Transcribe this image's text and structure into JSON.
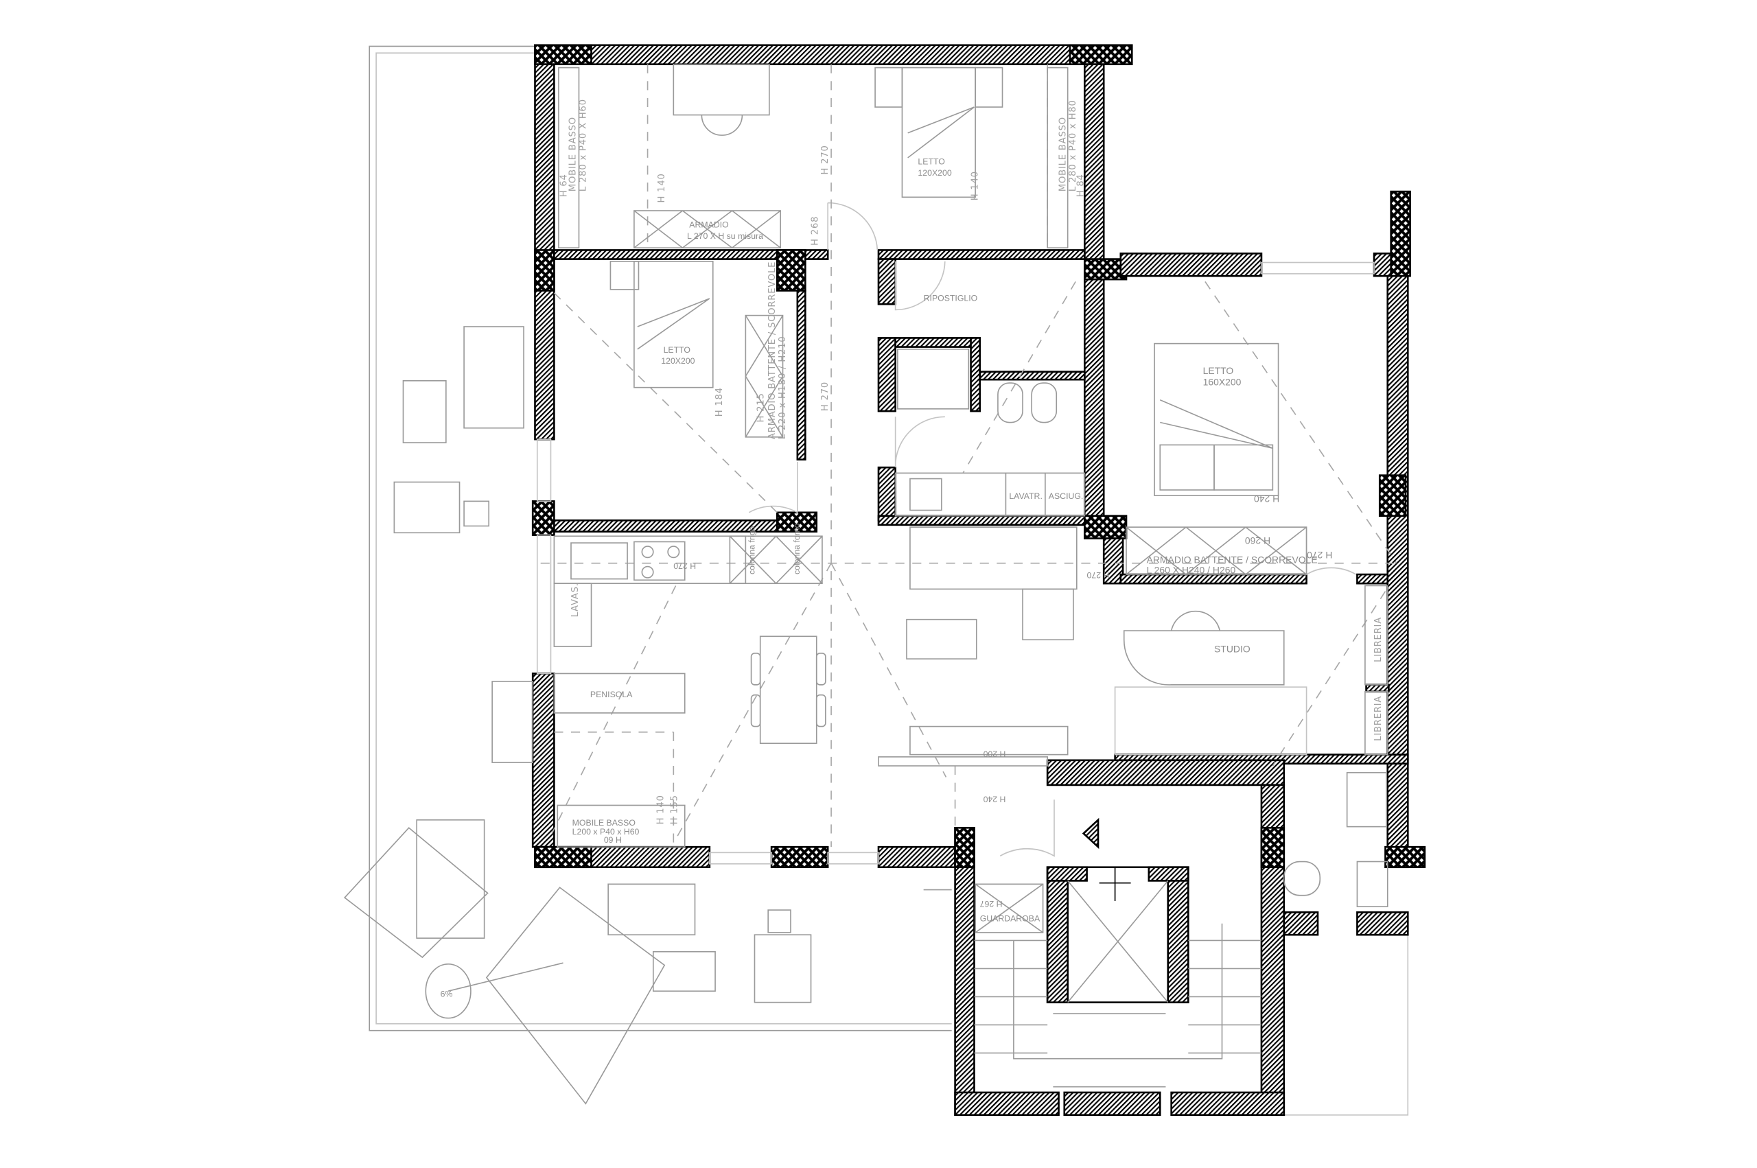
{
  "rooms": {
    "bedroom_top_left": {
      "mobile_basso": "MOBILE BASSO",
      "mobile_dims": "L 280 x P40 X H60",
      "h_mobile": "H 64",
      "h_140": "H 140",
      "armadio": "ARMADIO",
      "armadio_dims": "L 270 X H su misura",
      "h_268": "H 268",
      "h_270": "H 270"
    },
    "bedroom_top_right": {
      "letto": "LETTO",
      "letto_dims": "120X200",
      "h_140": "H 140",
      "mobile_basso": "MOBILE BASSO",
      "mobile_dims": "L 280 x P40 x H80",
      "h_mobile": "H 84"
    },
    "bedroom_two": {
      "letto": "LETTO",
      "letto_dims": "120X200",
      "armadio": "ARMADIO BATTENTE / SCORREVOLE",
      "armadio_dims": "L 220 x H180 / H210",
      "h_215": "H 215",
      "h_184": "H 184",
      "h_270": "H 270"
    },
    "utility": {
      "ripostiglio": "RIPOSTIGLIO",
      "lavatrice": "LAVATR.",
      "asciugatrice": "ASCIUG."
    },
    "master_bedroom": {
      "letto": "LETTO",
      "letto_dims": "160X200",
      "h_240": "H 240",
      "armadio": "ARMADIO BATTENTE / SCORREVOLE",
      "armadio_dims": "L 260 X H240 / H260",
      "h_260": "H 260",
      "h_270": "H 270"
    },
    "kitchen": {
      "lavastoviglie": "LAVAS.",
      "colonna_frigo": "colonna frigo",
      "colonna_forno": "colonna forno",
      "h_270": "H 270",
      "penisola": "PENISOLA",
      "mobile_basso": "MOBILE BASSO",
      "mobile_dims": "L200 x P40 x H60",
      "h_60": "H 60",
      "h_140": "H 140",
      "h_155": "H 155"
    },
    "living": {
      "h_200": "H 200",
      "h_240": "H 240",
      "h_270": "H 270"
    },
    "studio": {
      "studio": "STUDIO",
      "libreria_1": "LIBRERIA",
      "libreria_2": "LIBRERIA"
    },
    "entrance": {
      "guardaroba": "GUARDAROBA",
      "h_guardaroba": "H 267"
    },
    "terrace": {
      "slope": "6%"
    }
  },
  "colors": {
    "wall": "#000000",
    "furniture": "#9a9a9a",
    "text": "#8c8c8c"
  }
}
